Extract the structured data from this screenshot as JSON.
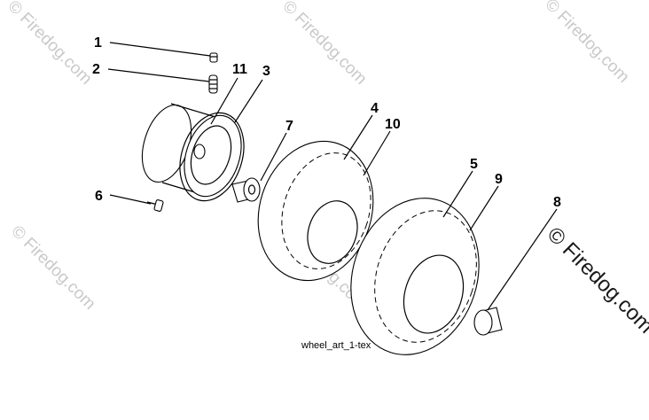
{
  "watermark": {
    "text": "© Firedog.com",
    "prominent_text": "© Firedog.com"
  },
  "callouts": {
    "c1": "1",
    "c2": "2",
    "c3": "3",
    "c4": "4",
    "c5": "5",
    "c6": "6",
    "c7": "7",
    "c8": "8",
    "c9": "9",
    "c10": "10",
    "c11": "11"
  },
  "caption": "wheel_art_1-tex",
  "colors": {
    "line": "#000000",
    "watermark": "#c9c9c9",
    "background": "#ffffff"
  }
}
